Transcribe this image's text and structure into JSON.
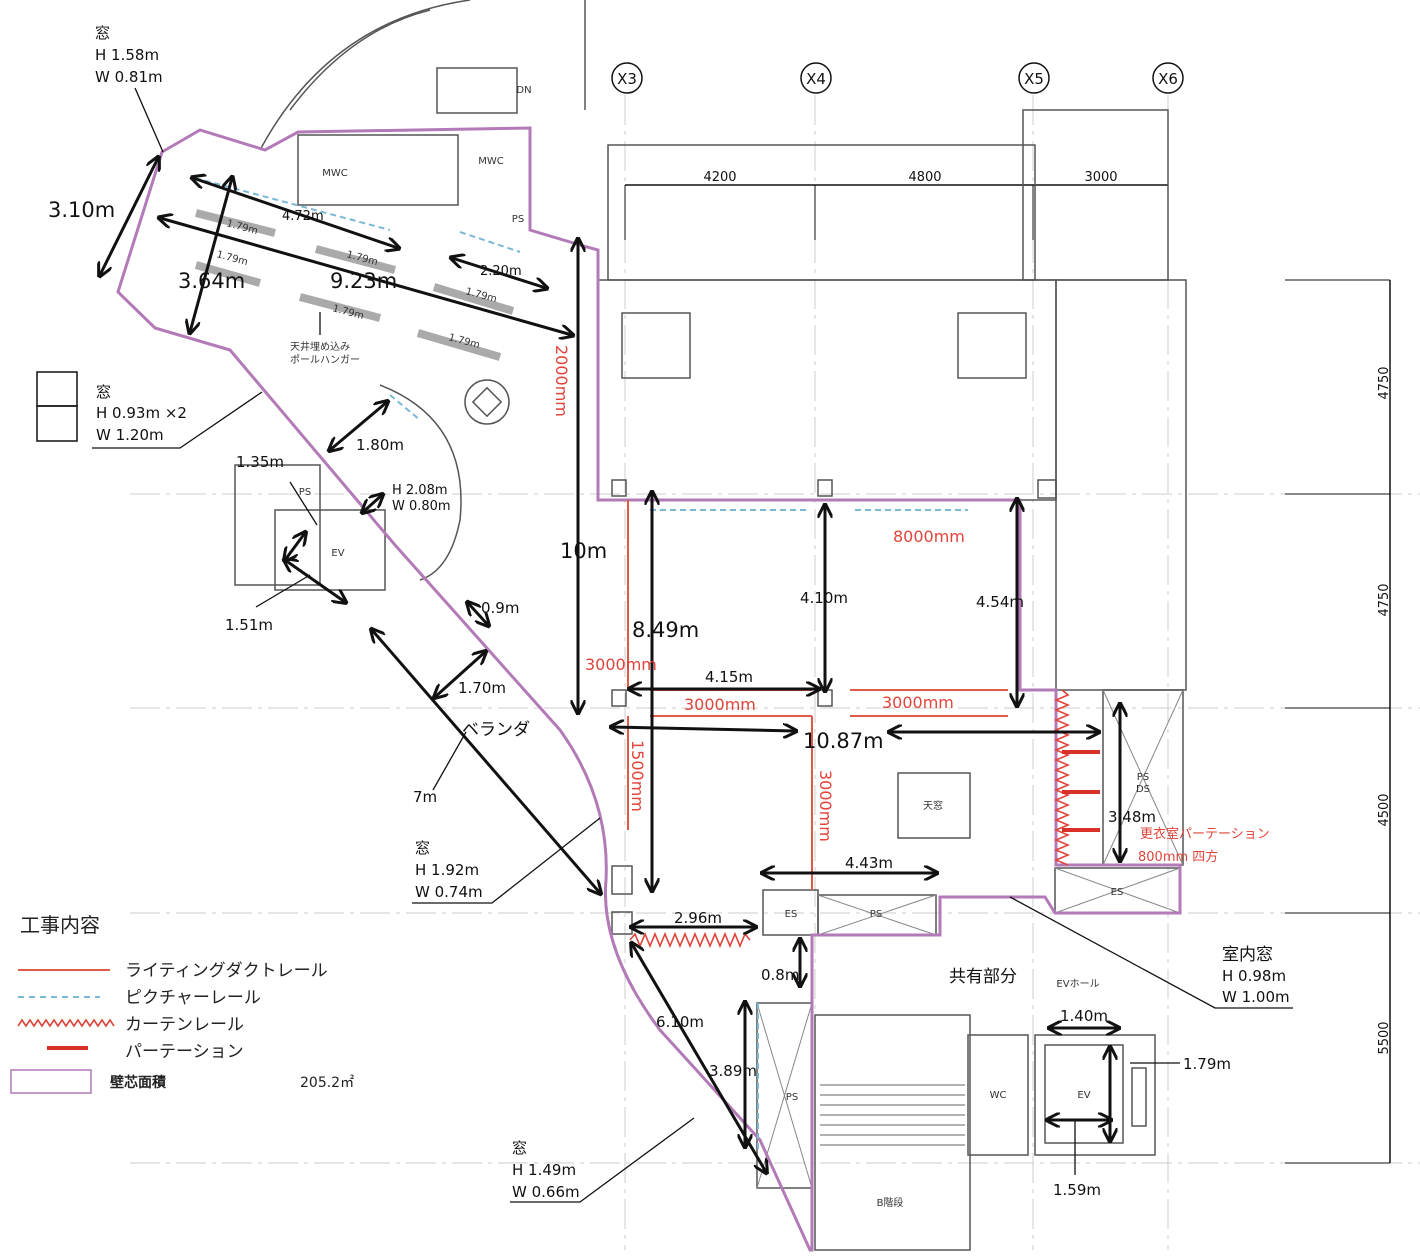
{
  "grid_labels": {
    "x3": "X3",
    "x4": "X4",
    "x5": "X5",
    "x6": "X6"
  },
  "top_dimensions": [
    "4200",
    "4800",
    "3000"
  ],
  "right_dimensions": [
    "4750",
    "4750",
    "4500",
    "5500"
  ],
  "rooms": {
    "mwc1": "MWC",
    "mwc2": "MWC",
    "ps_top": "PS",
    "ps_left": "PS",
    "ev_left": "EV",
    "ps_ds": "PS\nDS",
    "ps_ds_1": "PS",
    "ps_ds_2": "DS",
    "skylight": "天窓",
    "es1": "ES",
    "ps_mid": "PS",
    "es2": "ES",
    "common": "共有部分",
    "ev_hall": "EVホール",
    "wc": "WC",
    "ev_right": "EV",
    "ps_bottom": "PS",
    "stairs": "B階段",
    "dn": "DN"
  },
  "windows": {
    "w1": {
      "title": "窓",
      "h": "H 1.58m",
      "w": "W 0.81m"
    },
    "w2": {
      "title": "窓",
      "h": "H 0.93m ×2",
      "w": "W 1.20m"
    },
    "w3": {
      "title": "窓",
      "h": "H 1.92m",
      "w": "W 0.74m"
    },
    "w4": {
      "title": "窓",
      "h": "H 1.49m",
      "w": "W 0.66m"
    },
    "w5": {
      "title": "室内窓",
      "h": "H 0.98m",
      "w": "W 1.00m"
    },
    "door_small": {
      "h": "H 2.08m",
      "w": "W 0.80m"
    }
  },
  "measurements": {
    "m310": "3.10m",
    "m472": "4.72m",
    "m923": "9.23m",
    "m364": "3.64m",
    "m220": "2.20m",
    "m179": "1.79m",
    "m180": "1.80m",
    "m135": "1.35m",
    "m151": "1.51m",
    "m09": "0.9m",
    "m170": "1.70m",
    "m7": "7m",
    "m10": "10m",
    "m849": "8.49m",
    "m415": "4.15m",
    "m410": "4.10m",
    "m454": "4.54m",
    "m1087": "10.87m",
    "m348": "3.48m",
    "m443": "4.43m",
    "m296": "2.96m",
    "m08": "0.8m",
    "m140": "1.40m",
    "m179b": "1.79m",
    "m159": "1.59m",
    "m610": "6.10m",
    "m389": "3.89m"
  },
  "red_labels": {
    "r2000": "2000mm",
    "r8000": "8000mm",
    "r3000a": "3000mm",
    "r3000b": "3000mm",
    "r3000c": "3000mm",
    "r1500": "1500mm",
    "r3000v": "3000mm",
    "dressing": "更衣室パーテーション",
    "square": "800mm 四方"
  },
  "notes": {
    "hanger1": "天井埋め込み",
    "hanger2": "ポールハンガー",
    "veranda": "ベランダ"
  },
  "legend": {
    "title": "工事内容",
    "items": [
      {
        "label": "ライティングダクトレール",
        "color": "#e05a4a"
      },
      {
        "label": "ピクチャーレール",
        "color": "#7ab8d6"
      },
      {
        "label": "カーテンレール",
        "color": "#e0443a"
      },
      {
        "label": "パーテーション",
        "color": "#d9302a"
      }
    ],
    "area_label": "壁芯面積",
    "area_value": "205.2㎡",
    "area_color": "#b37ab8"
  }
}
